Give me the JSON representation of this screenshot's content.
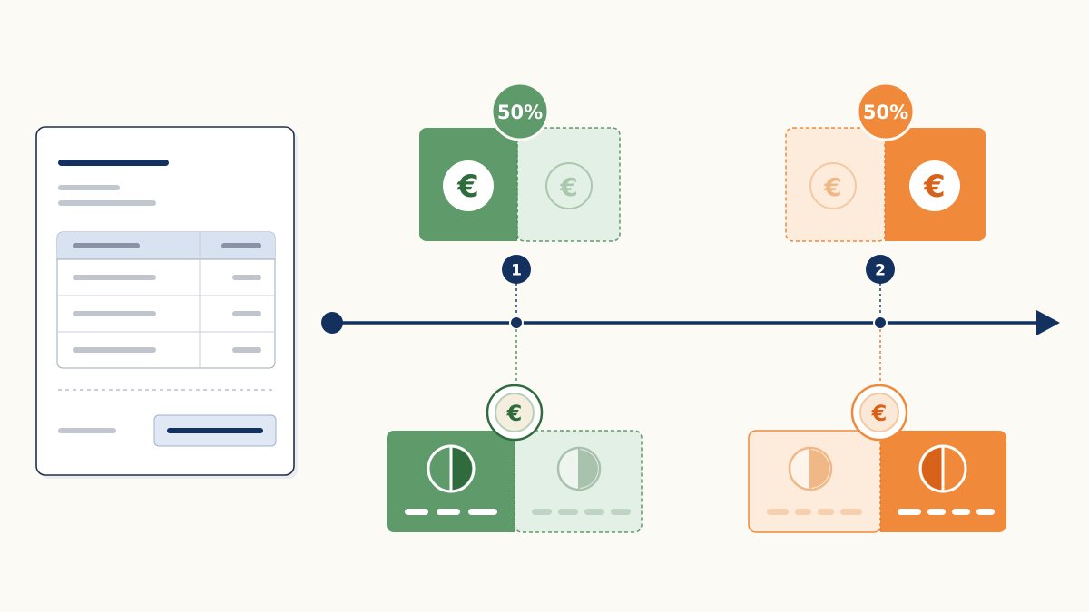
{
  "colors": {
    "background": "#fbfaf5",
    "navy": "#13305e",
    "green": "#5f9a6a",
    "green_dark": "#2f6b3c",
    "green_light": "#e3f0e5",
    "orange": "#f08a3a",
    "orange_dark": "#d8621a",
    "orange_light": "#fdebdc",
    "doc_border": "#1f2f4d",
    "doc_header": "#d9e2f0",
    "placeholder_gray": "#b9bec8"
  },
  "document": {
    "icon": "invoice-document-icon",
    "table_rows": 3
  },
  "timeline": {
    "icon": "arrow-right-icon",
    "steps": [
      {
        "number": "1",
        "badge": "50%",
        "color": "green",
        "paid_half": "left",
        "coin_icon": "euro-icon",
        "card_icon": "credit-card-icon"
      },
      {
        "number": "2",
        "badge": "50%",
        "color": "orange",
        "paid_half": "right",
        "coin_icon": "euro-icon",
        "card_icon": "credit-card-icon"
      }
    ]
  }
}
